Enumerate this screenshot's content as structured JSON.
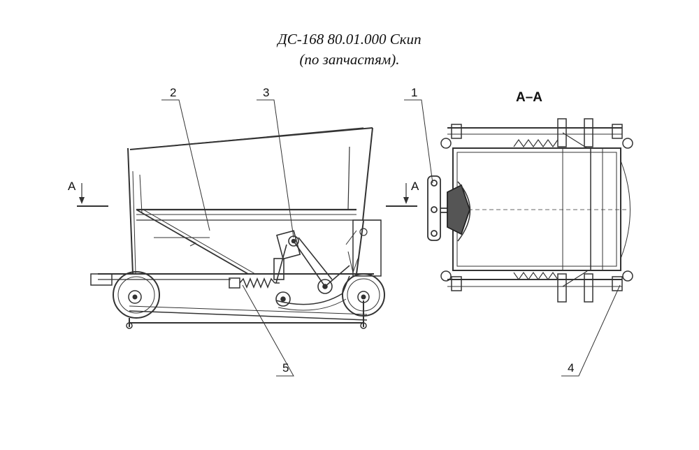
{
  "title": {
    "line1": "ДС-168 80.01.000 Скип",
    "line2": "(по запчастям)."
  },
  "callouts": [
    {
      "id": "1",
      "text": "1"
    },
    {
      "id": "2",
      "text": "2"
    },
    {
      "id": "3",
      "text": "3"
    },
    {
      "id": "4",
      "text": "4"
    },
    {
      "id": "5",
      "text": "5"
    }
  ],
  "section": {
    "cut_label": "A",
    "view_label": "A–A"
  },
  "colors": {
    "line": "#333333",
    "background": "#ffffff"
  }
}
